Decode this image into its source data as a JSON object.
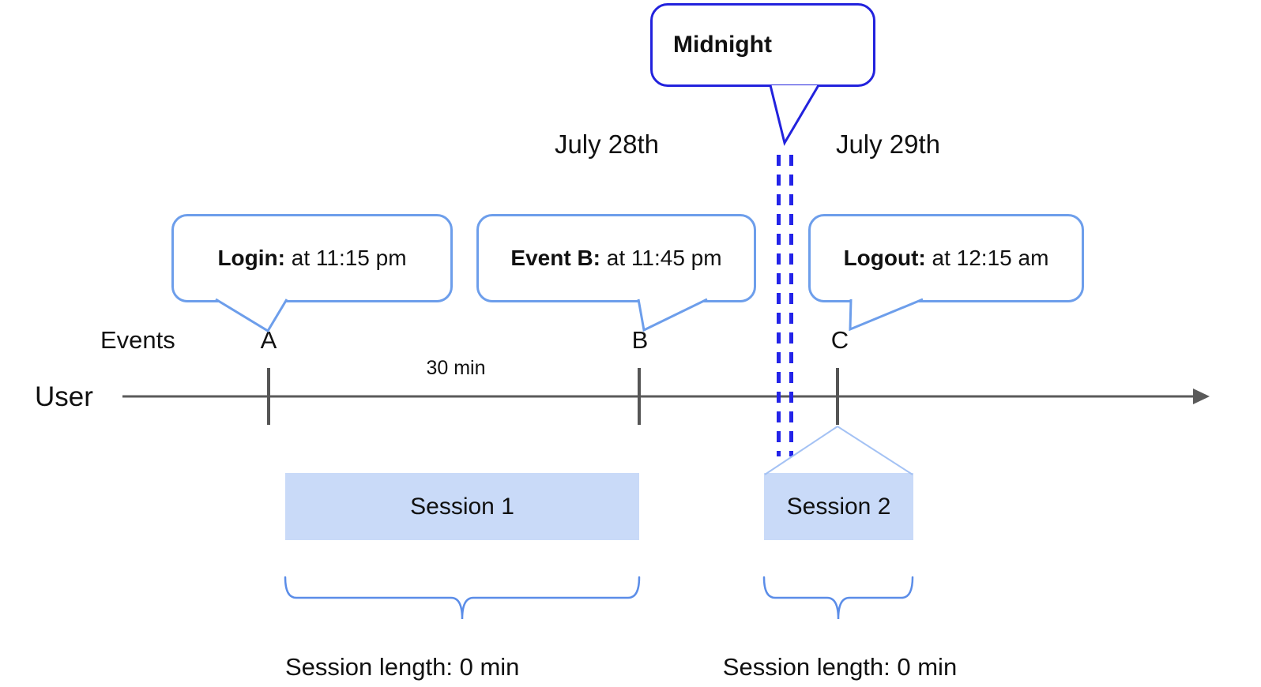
{
  "diagram": {
    "user_label": "User",
    "events_label": "Events",
    "interval_label": "30 min",
    "dates": {
      "before_midnight": "July 28th",
      "after_midnight": "July 29th"
    },
    "midnight": {
      "label": "Midnight"
    },
    "events": [
      {
        "letter": "A",
        "callout_bold": "Login:",
        "callout_rest": " at 11:15 pm"
      },
      {
        "letter": "B",
        "callout_bold": "Event B:",
        "callout_rest": " at 11:45 pm"
      },
      {
        "letter": "C",
        "callout_bold": "Logout:",
        "callout_rest": " at 12:15 am"
      }
    ],
    "sessions": [
      {
        "label": "Session 1",
        "length_label": "Session length: 0 min"
      },
      {
        "label": "Session 2",
        "length_label": "Session length: 0 min"
      }
    ],
    "colors": {
      "callout_border": "#6d9eeb",
      "midnight_border": "#2222dd",
      "midnight_dash": "#2323e8",
      "session_fill": "#c9daf8",
      "funnel_line": "#a4c2f4",
      "brace": "#5b8de8",
      "timeline": "#5a5a5a",
      "tick": "#555555",
      "text": "#111111"
    }
  }
}
